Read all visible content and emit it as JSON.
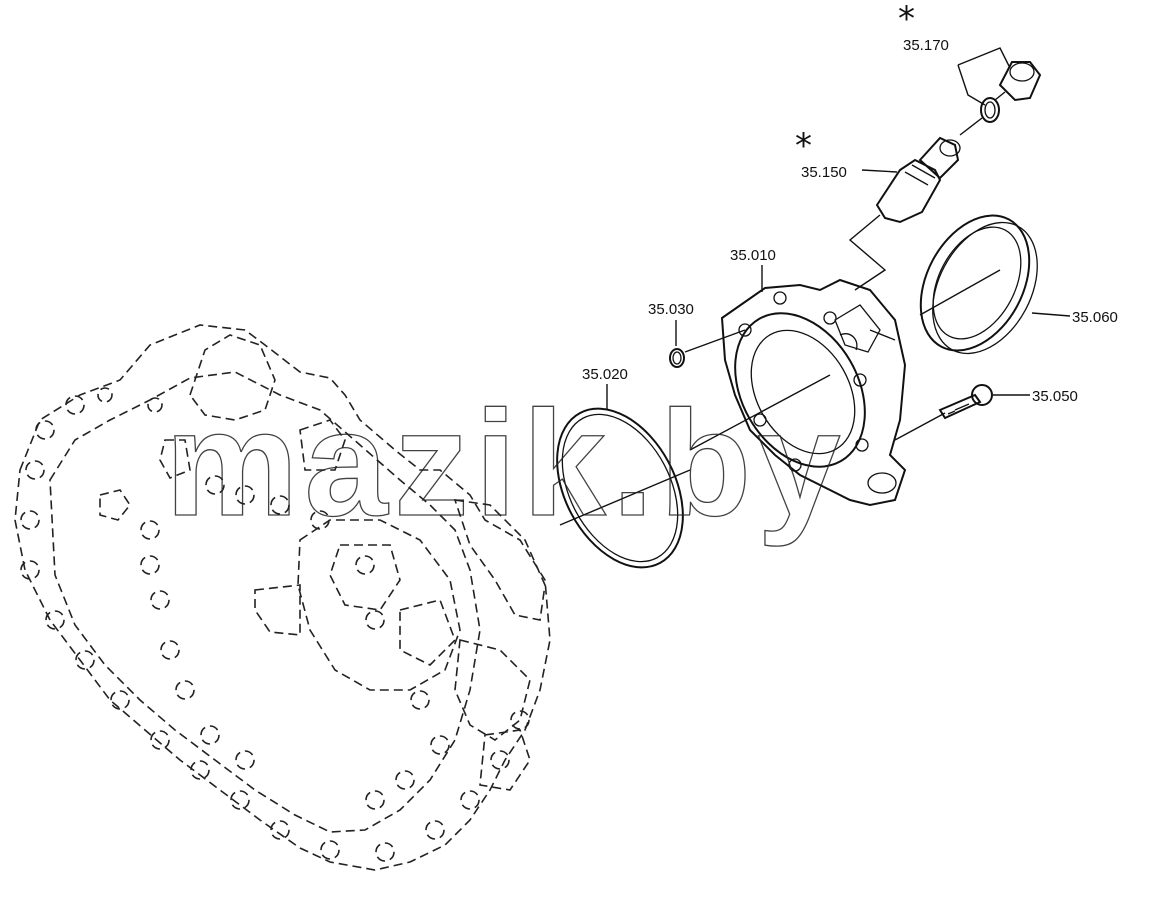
{
  "diagram": {
    "watermark": "mazik.by",
    "labels": {
      "p35_170": "35.170",
      "p35_150": "35.150",
      "p35_010": "35.010",
      "p35_030": "35.030",
      "p35_020": "35.020",
      "p35_060": "35.060",
      "p35_050": "35.050"
    },
    "asterisk": "*"
  }
}
